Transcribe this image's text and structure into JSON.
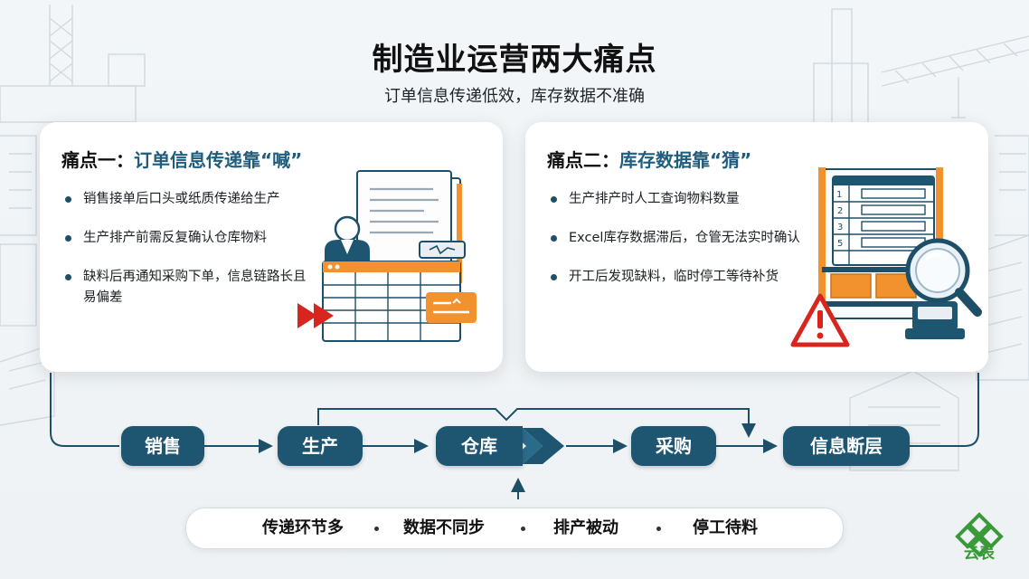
{
  "header": {
    "title": "制造业运营两大痛点",
    "subtitle": "订单信息传递低效，库存数据不准确"
  },
  "pain_points": [
    {
      "prefix": "痛点一：",
      "topic": "订单信息传递靠“喊”",
      "items": [
        "销售接单后口头或纸质传递给生产",
        "生产排产前需反复确认仓库物料",
        "缺料后再通知采购下单，信息链路长且易偏差"
      ]
    },
    {
      "prefix": "痛点二：",
      "topic": "库存数据靠“猜”",
      "items": [
        "生产排产时人工查询物料数量",
        "Excel库存数据滞后，仓管无法实时确认",
        "开工后发现缺料，临时停工等待补货"
      ]
    }
  ],
  "shelf_labels": [
    "1",
    "2",
    "3",
    "5"
  ],
  "flow": {
    "nodes": [
      "销售",
      "生产",
      "仓库",
      "采购",
      "信息断层"
    ]
  },
  "summary": [
    "传递环节多",
    "数据不同步",
    "排产被动",
    "停工待料"
  ],
  "brand": {
    "name": "云表",
    "color": "#3a9a3a"
  },
  "colors": {
    "navy": "#1e5672",
    "orange": "#f2922e",
    "red": "#d8261f"
  }
}
